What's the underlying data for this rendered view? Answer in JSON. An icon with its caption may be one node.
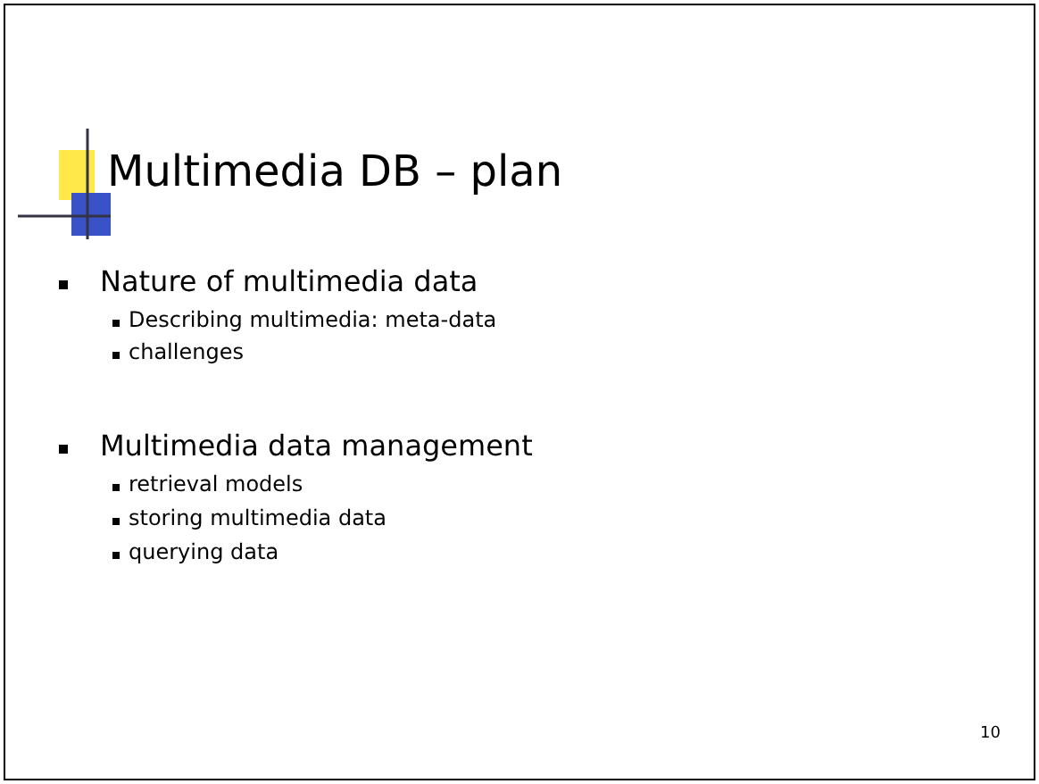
{
  "diagram": {
    "title": "Multimedia DB – plan",
    "labels": [
      "Nature of multimedia data",
      "Describing multimedia: meta-data",
      "challenges",
      "Multimedia data management",
      "retrieval models",
      "storing multimedia data",
      "querying data",
      "10"
    ]
  }
}
